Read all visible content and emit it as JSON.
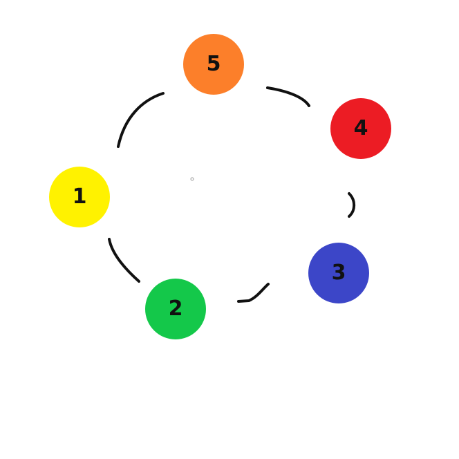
{
  "diagram": {
    "nodes": [
      {
        "id": "node-1",
        "label": "1",
        "color": "#fff200"
      },
      {
        "id": "node-2",
        "label": "2",
        "color": "#14c84a"
      },
      {
        "id": "node-3",
        "label": "3",
        "color": "#3c46c8"
      },
      {
        "id": "node-4",
        "label": "4",
        "color": "#ec1c24"
      },
      {
        "id": "node-5",
        "label": "5",
        "color": "#fc7f2a"
      }
    ],
    "edges": [
      {
        "from": "1",
        "to": "2"
      },
      {
        "from": "2",
        "to": "3"
      },
      {
        "from": "3",
        "to": "4"
      },
      {
        "from": "4",
        "to": "5"
      },
      {
        "from": "5",
        "to": "1"
      }
    ],
    "stroke_color": "#111111"
  }
}
